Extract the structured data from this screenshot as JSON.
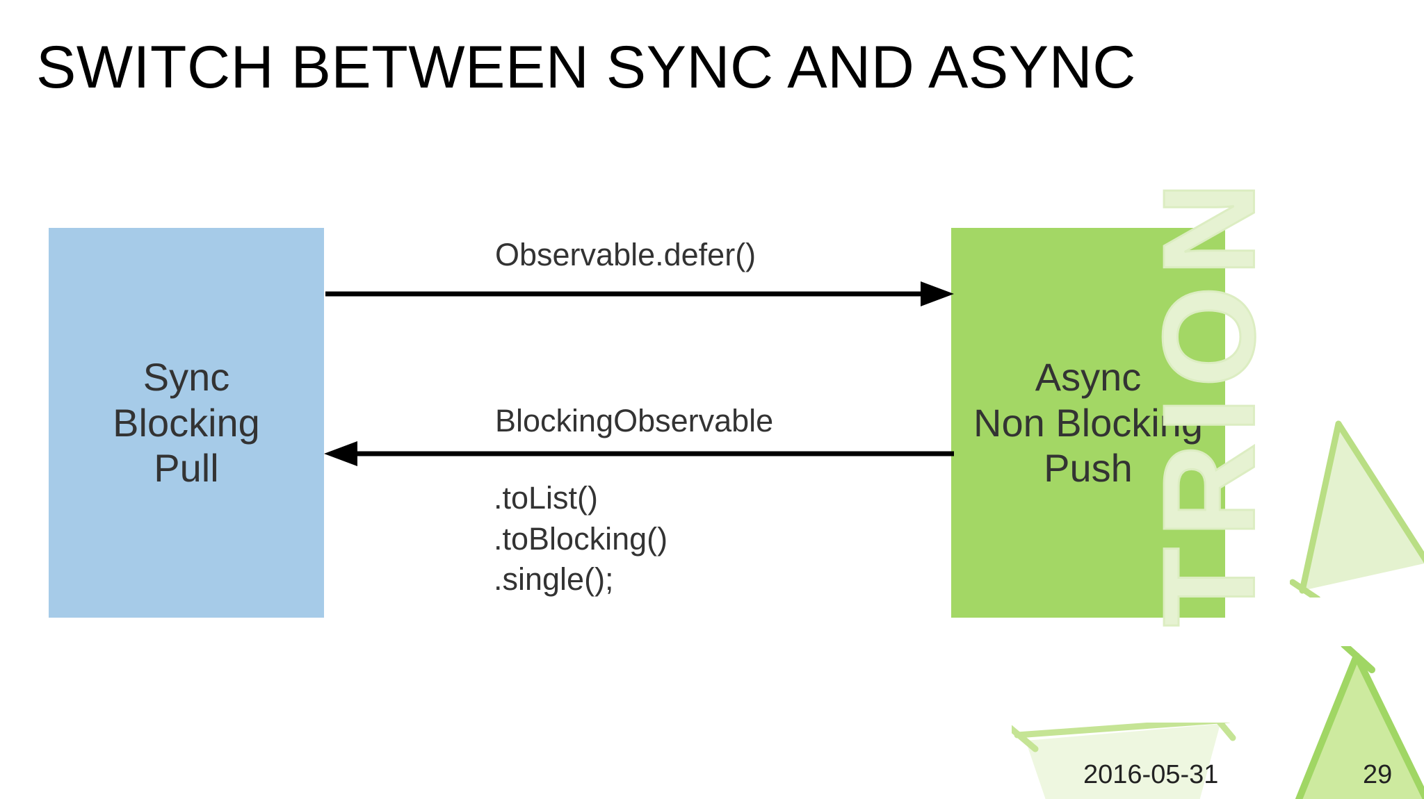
{
  "slide": {
    "title": "SWITCH BETWEEN SYNC AND ASYNC",
    "background_color": "#ffffff"
  },
  "diagram": {
    "nodes": [
      {
        "id": "sync",
        "label": "Sync\nBlocking\nPull",
        "fill_color": "#a6cbe8",
        "text_color": "#333333"
      },
      {
        "id": "async",
        "label": "Async\nNon Blocking\nPush",
        "fill_color": "#a3d765",
        "text_color": "#333333"
      }
    ],
    "edges": [
      {
        "id": "sync-to-async",
        "direction": "right",
        "label": "Observable.defer()",
        "color": "#000000"
      },
      {
        "id": "async-to-sync",
        "direction": "left",
        "label": "BlockingObservable",
        "sub_label": ".toList()\n.toBlocking()\n.single();",
        "color": "#000000"
      }
    ]
  },
  "watermark": {
    "text": "TRION",
    "color": "#e6f2d2"
  },
  "footer": {
    "date": "2016-05-31",
    "page_number": "29"
  }
}
